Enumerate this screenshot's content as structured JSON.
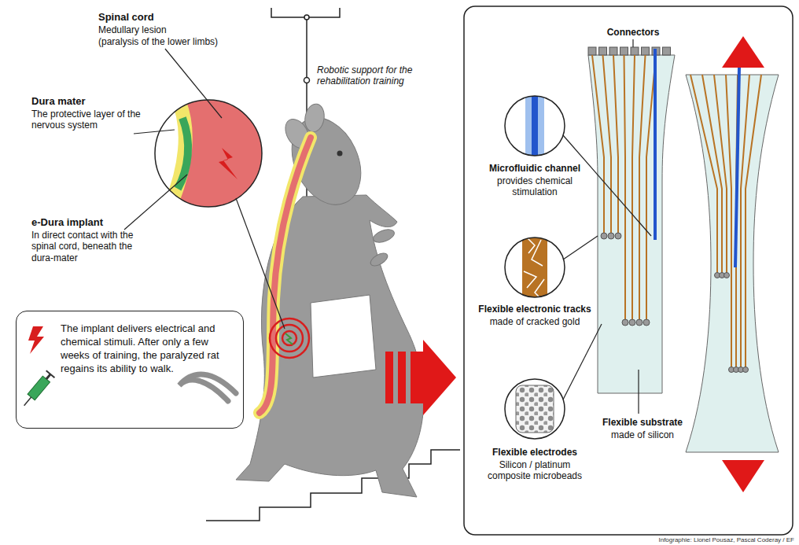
{
  "diagram": {
    "nodes": [
      {
        "text": [
          "The implant delivers electrical and chemical stimuli. After only a few weeks of training, the paralyzed rat regains its ability to walk."
        ]
      }
    ],
    "labels": [
      "Spinal cord",
      "Medullary lesion",
      "(paralysis of the lower limbs)",
      "Robotic support for the rehabilitation training",
      "Dura mater",
      "The protective layer of the nervous system",
      "e-Dura implant",
      "In direct contact with the spinal cord, beneath the dura-mater",
      "Connectors",
      "Microfluidic channel",
      "provides chemical stimulation",
      "Flexible electronic tracks",
      "made of cracked gold",
      "Flexible electrodes",
      "Silicon / platinum composite microbeads",
      "Flexible substrate",
      "made of silicon",
      "Infographie: Lionel Pousaz, Pascal Coderay / EF"
    ]
  }
}
